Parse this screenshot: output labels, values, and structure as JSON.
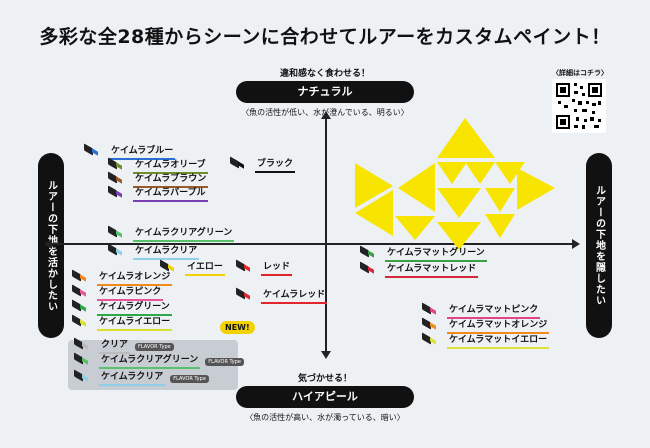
{
  "title": "多彩な全28種からシーンに合わせてルアーをカスタムペイント！",
  "top": {
    "caption": "違和感なく食わせる！",
    "pill": "ナチュラル",
    "sub": "〈魚の活性が低い、水が澄んでいる、明るい〉"
  },
  "bottom": {
    "caption": "気づかせる！",
    "pill": "ハイアピール",
    "sub": "〈魚の活性が高い、水が濁っている、暗い〉"
  },
  "left_label": "ルアーの下地を活かしたい",
  "right_label": "ルアーの下地を隠したい",
  "qr_caption": "〈詳細はコチラ〉",
  "new_badge": "NEW!",
  "flavor_tag": "FLAVOR Type",
  "colors": {
    "accent_yellow": "#f7e400",
    "pill_dark": "#111111",
    "background": "#eef1f4",
    "new_box": "#c8cdd3"
  },
  "items": [
    {
      "name": "ケイムラブルー",
      "color": "#2b6fd6"
    },
    {
      "name": "ケイムラオリーブ",
      "color": "#6f8f2a"
    },
    {
      "name": "ケイムラブラウン",
      "color": "#9c5a2a"
    },
    {
      "name": "ケイムラパープル",
      "color": "#7b3fb5"
    },
    {
      "name": "ブラック",
      "color": "#111111"
    },
    {
      "name": "ケイムラクリアグリーン",
      "color": "#57c26b"
    },
    {
      "name": "ケイムラクリア",
      "color": "#8fd0e8"
    },
    {
      "name": "イエロー",
      "color": "#f2d300"
    },
    {
      "name": "レッド",
      "color": "#e0262b"
    },
    {
      "name": "ケイムラオレンジ",
      "color": "#f08a1c"
    },
    {
      "name": "ケイムラピンク",
      "color": "#e8559a"
    },
    {
      "name": "ケイムラグリーン",
      "color": "#2fa84a"
    },
    {
      "name": "ケイムライエロー",
      "color": "#d9e02c"
    },
    {
      "name": "ケイムラレッド",
      "color": "#e0262b"
    },
    {
      "name": "ケイムラマットグリーン",
      "color": "#3aa046"
    },
    {
      "name": "ケイムラマットレッド",
      "color": "#d8283b"
    },
    {
      "name": "ケイムラマットピンク",
      "color": "#e0448a"
    },
    {
      "name": "ケイムラマットオレンジ",
      "color": "#ef8a1b"
    },
    {
      "name": "ケイムラマットイエロー",
      "color": "#d8e23a"
    },
    {
      "name": "クリア",
      "color": "#bbbbbb"
    },
    {
      "name": "ケイムラクリアグリーン",
      "color": "#57c26b"
    },
    {
      "name": "ケイムラクリア",
      "color": "#8fd0e8"
    }
  ]
}
